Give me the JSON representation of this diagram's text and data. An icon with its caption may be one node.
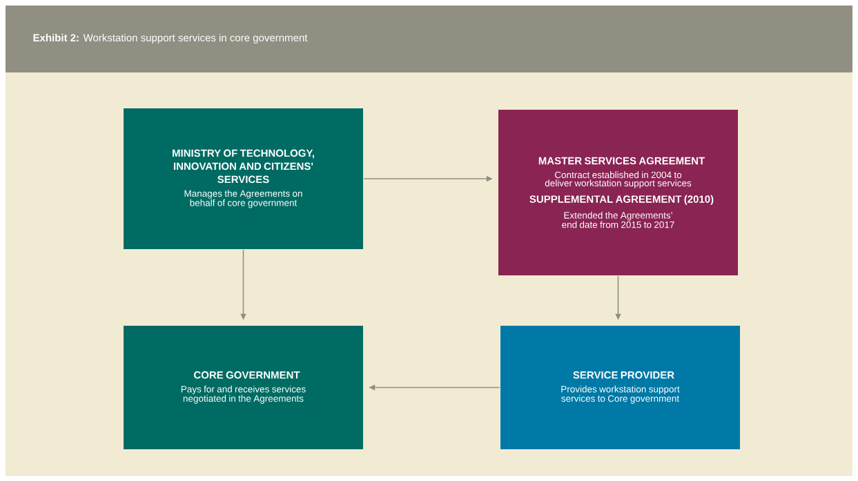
{
  "diagram": {
    "title": "**Exhibit 2:** Workstation support services in core government",
    "nodes": [
      {
        "text": [
          "MINISTRY OF TECHNOLOGY, INNOVATION AND CITIZENS' SERVICES",
          "Manages the Agreements on behalf of core government"
        ]
      },
      {
        "text": [
          "MASTER SERVICES AGREEMENT",
          "Contract established in 2004 to deliver workstation support services",
          "SUPPLEMENTAL AGREEMENT (2010)",
          "Extended the Agreements’ end date from 2015 to 2017"
        ]
      },
      {
        "text": [
          "CORE GOVERNMENT",
          "Pays for and receives services negotiated in the Agreements"
        ]
      },
      {
        "text": [
          "SERVICE PROVIDER",
          "Provides workstation support services to Core government"
        ]
      }
    ],
    "edges": [
      {
        "from": 0,
        "to": 1,
        "arrow": "to"
      },
      {
        "from": 0,
        "to": 2,
        "arrow": "to"
      },
      {
        "from": 1,
        "to": 3,
        "arrow": "to"
      },
      {
        "from": 3,
        "to": 2,
        "arrow": "to"
      }
    ]
  }
}
